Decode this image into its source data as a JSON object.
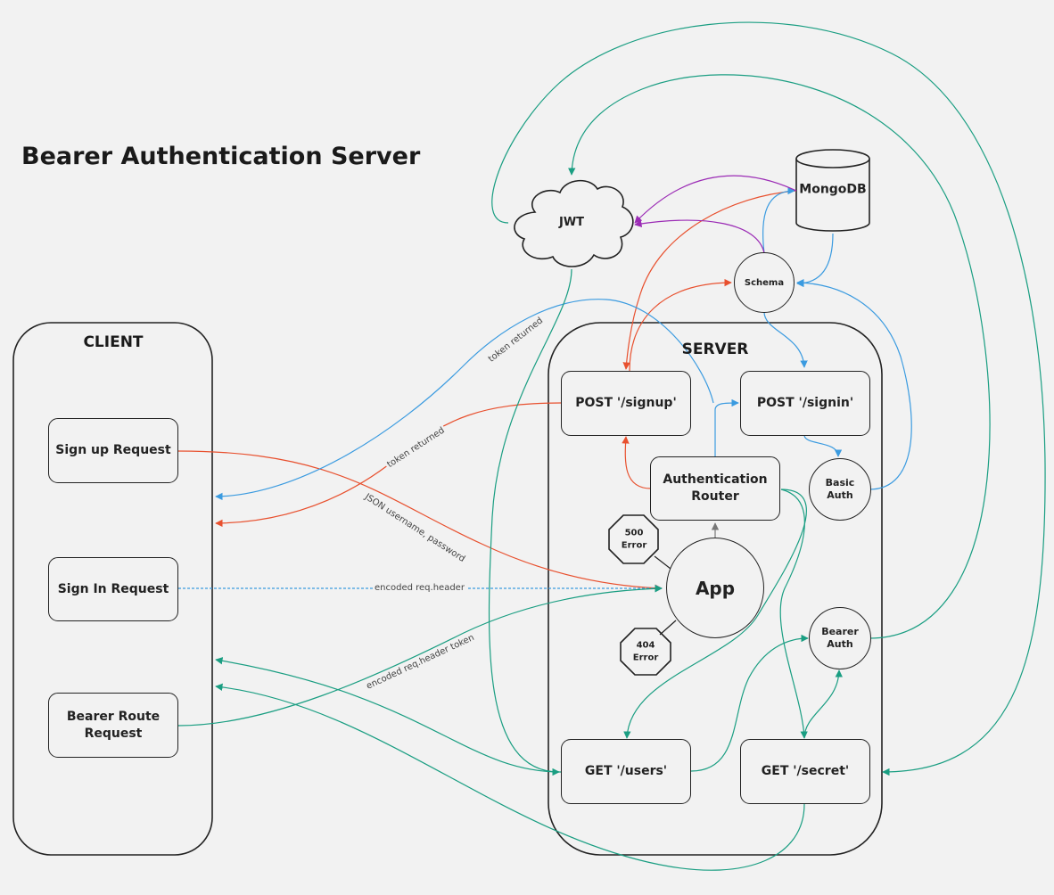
{
  "title": "Bearer Authentication Server",
  "containers": {
    "client": "CLIENT",
    "server": "SERVER"
  },
  "nodes": {
    "signup_request": "Sign up Request",
    "signin_request": "Sign In Request",
    "bearer_route_request": "Bearer Route\nRequest",
    "post_signup": "POST '/signup'",
    "post_signin": "POST '/signin'",
    "auth_router": "Authentication\nRouter",
    "basic_auth": "Basic\nAuth",
    "app": "App",
    "error_500": "500\nError",
    "error_404": "404\nError",
    "bearer_auth": "Bearer\nAuth",
    "get_users": "GET '/users'",
    "get_secret": "GET '/secret'",
    "jwt": "JWT",
    "mongodb": "MongoDB",
    "schema": "Schema"
  },
  "edge_labels": {
    "token_returned_blue": "token returned",
    "token_returned_red": "token returned",
    "json_credentials": "JSON username, password",
    "encoded_header": "encoded req.header",
    "encoded_header_token": "encoded req.header token"
  },
  "colors": {
    "background": "#f2f2f2",
    "stroke": "#222222",
    "red": "#e8502e",
    "blue": "#3b9be0",
    "green": "#1a9e82",
    "purple": "#9b2bb5",
    "gray": "#777777"
  }
}
